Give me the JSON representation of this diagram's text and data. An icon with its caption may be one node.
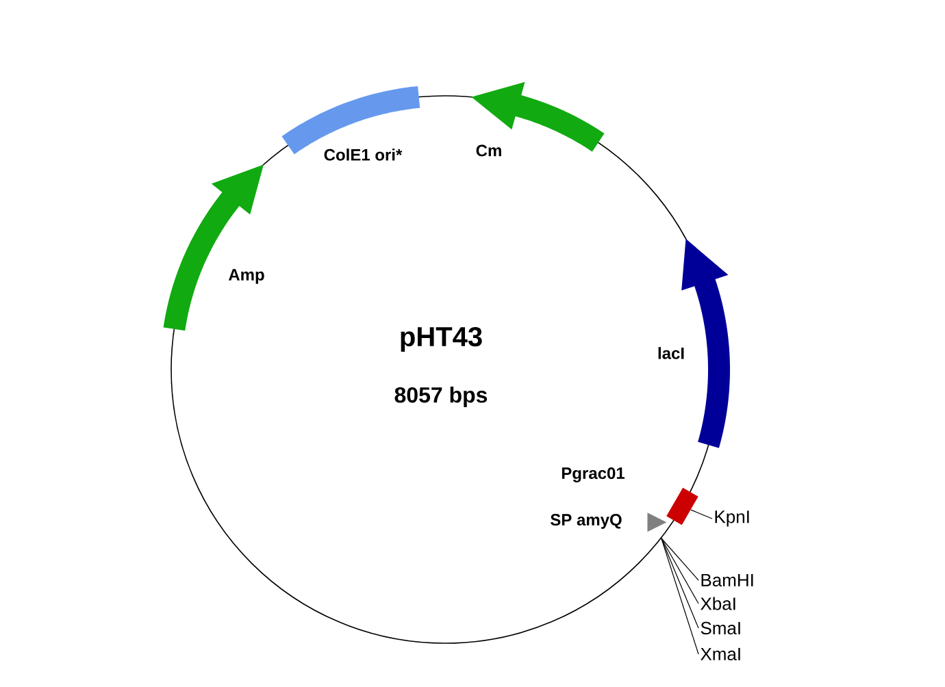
{
  "diagram": {
    "nodes": [
      {
        "text": [
          "pHT43",
          "8057 bps"
        ]
      },
      {
        "text": [
          "ColE1 ori*"
        ],
        "in": 0
      },
      {
        "text": [
          "Cm"
        ],
        "in": 0
      },
      {
        "text": [
          "Amp"
        ],
        "in": 0
      },
      {
        "text": [
          "lacI"
        ],
        "in": 0
      },
      {
        "text": [
          "Pgrac01"
        ]
      },
      {
        "text": [
          "SP amyQ"
        ],
        "in": 0
      },
      {
        "text": [
          "KpnI"
        ]
      },
      {
        "text": [
          "BamHI"
        ]
      },
      {
        "text": [
          "XbaI"
        ]
      },
      {
        "text": [
          "SmaI"
        ]
      },
      {
        "text": [
          "XmaI"
        ]
      }
    ],
    "edges": [
      {
        "from": 7,
        "to": 5,
        "arrow": "none"
      },
      {
        "from": 8,
        "to": 0,
        "arrow": "none"
      },
      {
        "from": 9,
        "to": 0,
        "arrow": "none"
      },
      {
        "from": 10,
        "to": 0,
        "arrow": "none"
      },
      {
        "from": 11,
        "to": 0,
        "arrow": "none"
      }
    ]
  }
}
